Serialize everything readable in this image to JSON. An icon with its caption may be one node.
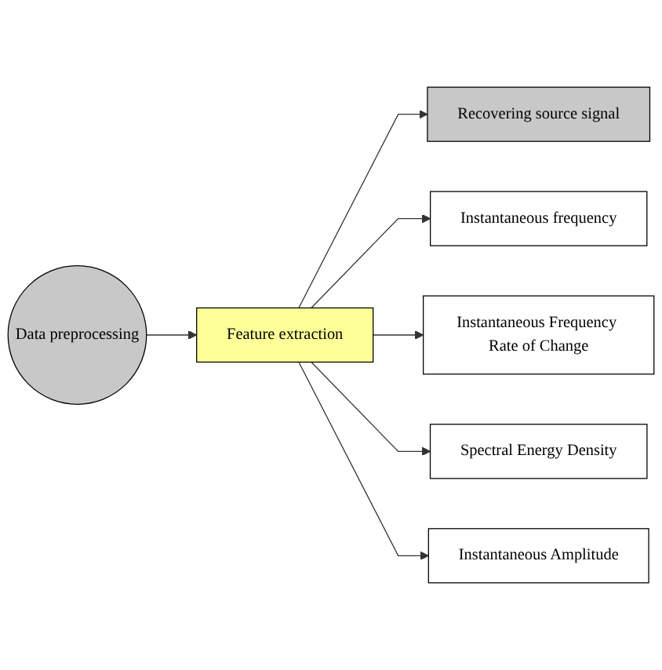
{
  "diagram": {
    "nodes": [
      {
        "text": [
          "Data preprocessing"
        ]
      },
      {
        "text": [
          "Feature extraction"
        ]
      },
      {
        "text": [
          "Recovering source signal"
        ]
      },
      {
        "text": [
          "Instantaneous frequency"
        ]
      },
      {
        "text": [
          "Instantaneous Frequency Rate of Change"
        ]
      },
      {
        "text": [
          "Spectral Energy Density"
        ]
      },
      {
        "text": [
          "Instantaneous Amplitude"
        ]
      }
    ],
    "edges": [
      {
        "from": 0,
        "to": 1,
        "arrow": "to"
      },
      {
        "from": 1,
        "to": 2,
        "arrow": "to"
      },
      {
        "from": 1,
        "to": 3,
        "arrow": "to"
      },
      {
        "from": 1,
        "to": 4,
        "arrow": "to"
      },
      {
        "from": 1,
        "to": 5,
        "arrow": "to"
      },
      {
        "from": 1,
        "to": 6,
        "arrow": "to"
      }
    ]
  }
}
